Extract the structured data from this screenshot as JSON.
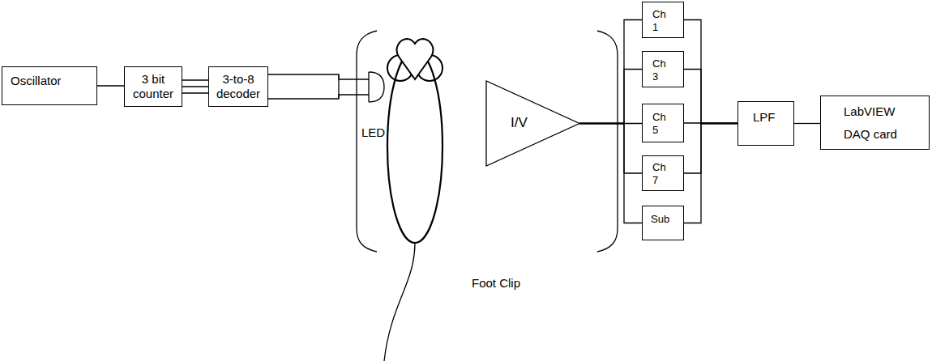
{
  "diagram": {
    "nodes": [
      {
        "text": [
          "Oscillator"
        ]
      },
      {
        "text": [
          "3 bit counter"
        ]
      },
      {
        "text": [
          "3-to-8 decoder"
        ]
      },
      {
        "text": [
          "I/V"
        ]
      },
      {
        "text": [
          "Ch 1"
        ]
      },
      {
        "text": [
          "Ch 3"
        ]
      },
      {
        "text": [
          "Ch 5"
        ]
      },
      {
        "text": [
          "Ch 7"
        ]
      },
      {
        "text": [
          "Sub"
        ]
      },
      {
        "text": [
          "LPF"
        ]
      },
      {
        "text": [
          "LabVIEW",
          "DAQ card"
        ]
      }
    ],
    "edges": [
      {
        "from": 0,
        "to": 1,
        "arrow": "none"
      },
      {
        "from": 1,
        "to": 2,
        "arrow": "none"
      },
      {
        "from": 3,
        "to": 4,
        "arrow": "none"
      },
      {
        "from": 3,
        "to": 5,
        "arrow": "none"
      },
      {
        "from": 3,
        "to": 6,
        "arrow": "none"
      },
      {
        "from": 3,
        "to": 7,
        "arrow": "none"
      },
      {
        "from": 3,
        "to": 8,
        "arrow": "none"
      },
      {
        "from": 4,
        "to": 9,
        "arrow": "none"
      },
      {
        "from": 5,
        "to": 9,
        "arrow": "none"
      },
      {
        "from": 6,
        "to": 9,
        "arrow": "none"
      },
      {
        "from": 7,
        "to": 9,
        "arrow": "none"
      },
      {
        "from": 8,
        "to": 9,
        "arrow": "none"
      },
      {
        "from": 9,
        "to": 10,
        "arrow": "none"
      }
    ],
    "labels": [
      "LED",
      "Foot Clip"
    ]
  }
}
